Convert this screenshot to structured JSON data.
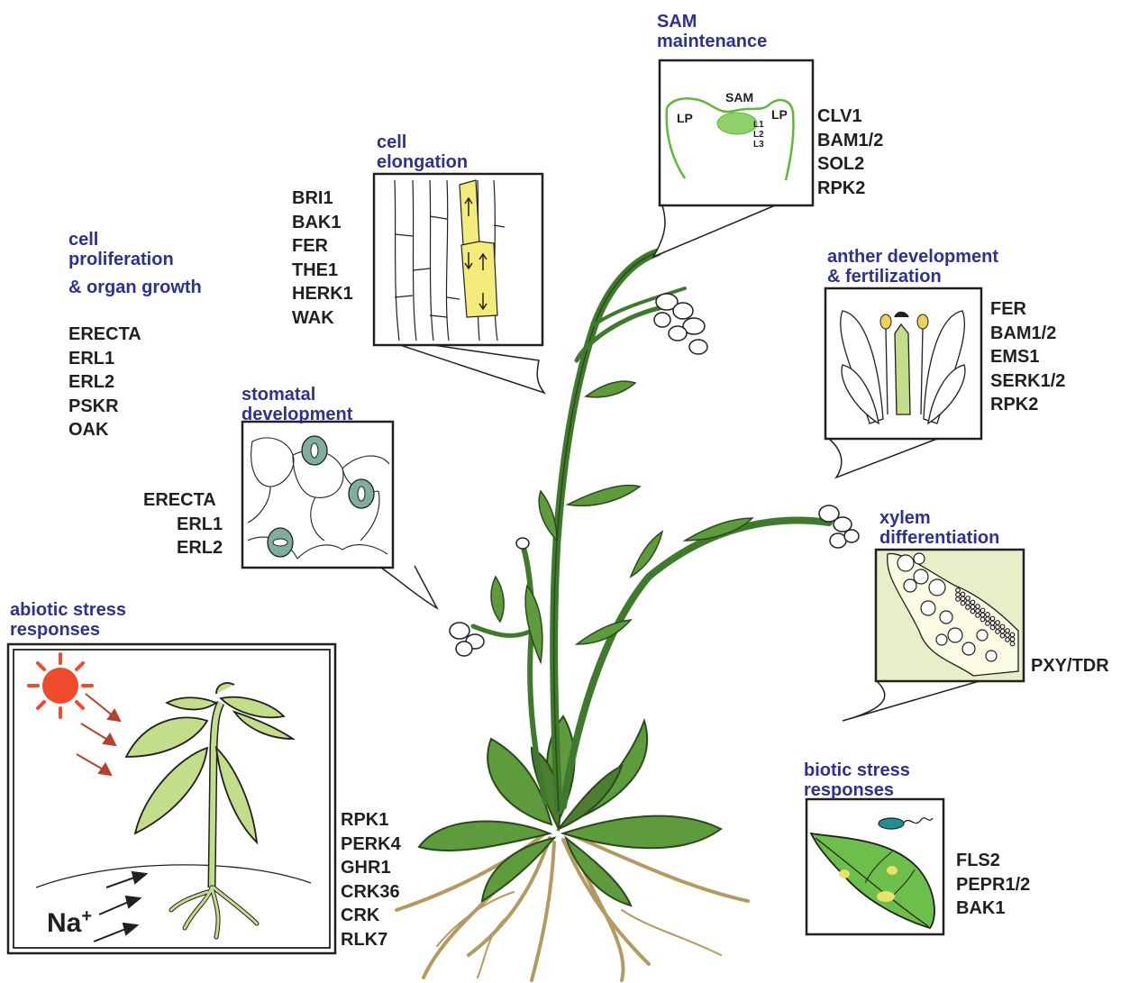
{
  "colors": {
    "title": "#2e3192",
    "gene": "#231f20",
    "stem": "#3f7a2c",
    "leaf": "#5e9b3c",
    "root": "#b39a5e",
    "light_green": "#c3de8a",
    "yellow": "#f4ec7a",
    "stomata": "#7fae9a",
    "sun": "#ee4a2c",
    "arrow_red": "#b5412c",
    "bacterium": "#1f8f94",
    "xylem_bg": "#e6efc7"
  },
  "panels": {
    "cell_proliferation": {
      "title": [
        "cell",
        "proliferation",
        "& organ growth"
      ],
      "genes": [
        "ERECTA",
        "ERL1",
        "ERL2",
        "PSKR",
        "OAK"
      ]
    },
    "cell_elongation": {
      "title": [
        "cell",
        "elongation"
      ],
      "genes": [
        "BRI1",
        "BAK1",
        "FER",
        "THE1",
        "HERK1",
        "WAK"
      ]
    },
    "sam_maintenance": {
      "title": [
        "SAM",
        "maintenance"
      ],
      "genes": [
        "CLV1",
        "BAM1/2",
        "SOL2",
        "RPK2"
      ],
      "labels": {
        "sam": "SAM",
        "lp_left": "LP",
        "lp_right": "LP",
        "l1": "L1",
        "l2": "L2",
        "l3": "L3"
      }
    },
    "anther_development": {
      "title": [
        "anther development",
        "& fertilization"
      ],
      "genes": [
        "FER",
        "BAM1/2",
        "EMS1",
        "SERK1/2",
        "RPK2"
      ]
    },
    "stomatal_development": {
      "title": [
        "stomatal",
        "development"
      ],
      "genes": [
        "ERECTA",
        "ERL1",
        "ERL2"
      ]
    },
    "xylem_differentiation": {
      "title": [
        "xylem",
        "differentiation"
      ],
      "genes": [
        "PXY/TDR"
      ]
    },
    "abiotic_stress": {
      "title": [
        "abiotic stress",
        "responses"
      ],
      "genes": [
        "RPK1",
        "PERK4",
        "GHR1",
        "CRK36",
        "CRK",
        "RLK7"
      ],
      "ion_label": "Na",
      "ion_charge": "+"
    },
    "biotic_stress": {
      "title": [
        "biotic stress",
        "responses"
      ],
      "genes": [
        "FLS2",
        "PEPR1/2",
        "BAK1"
      ]
    }
  }
}
